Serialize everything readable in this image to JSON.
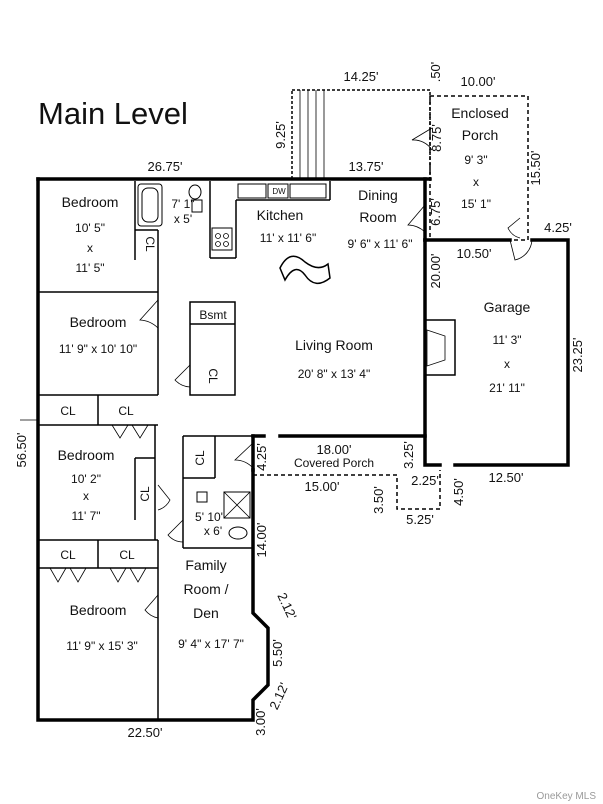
{
  "title": "Main Level",
  "watermark": "OneKey MLS",
  "rooms": {
    "bedroom1": {
      "name": "Bedroom",
      "dim1": "10' 5\"",
      "x": "x",
      "dim2": "11' 5\""
    },
    "bath1": {
      "dim1": "7' 1\"",
      "dim2": "x 5'"
    },
    "kitchen": {
      "name": "Kitchen",
      "dims": "11' x 11' 6\""
    },
    "dining": {
      "name1": "Dining",
      "name2": "Room",
      "dims": "9' 6\" x 11' 6\""
    },
    "porch": {
      "name1": "Enclosed",
      "name2": "Porch",
      "dim1": "9' 3\"",
      "x": "x",
      "dim2": "15' 1\""
    },
    "bedroom2": {
      "name": "Bedroom",
      "dims": "11' 9\" x 10' 10\""
    },
    "bsmt": {
      "name": "Bsmt"
    },
    "living": {
      "name": "Living Room",
      "dims": "20' 8\" x 13' 4\""
    },
    "garage": {
      "name": "Garage",
      "dim1": "11' 3\"",
      "x": "x",
      "dim2": "21' 11\""
    },
    "bedroom3": {
      "name": "Bedroom",
      "dim1": "10' 2\"",
      "x": "x",
      "dim2": "11' 7\""
    },
    "bath2": {
      "dim1": "5' 10\"",
      "dim2": "x 6'"
    },
    "covered_porch": {
      "name": "Covered Porch"
    },
    "family": {
      "name1": "Family",
      "name2": "Room /",
      "name3": "Den",
      "dims": "9' 4\" x 17' 7\""
    },
    "bedroom4": {
      "name": "Bedroom",
      "dims": "11' 9\" x 15' 3\""
    }
  },
  "closet_label": "CL",
  "appliance_label": "DW",
  "dimensions": {
    "deck_top": "14.25'",
    "deck_side": "9.25'",
    "porch_gap": ".50'",
    "porch_top": "10.00'",
    "porch_left": "8.75'",
    "porch_right": "15.50'",
    "house_top": "26.75'",
    "dining_top": "13.75'",
    "dining_side": "6.75'",
    "garage_offset": "4.25'",
    "garage_top": "10.50'",
    "garage_left": "20.00'",
    "garage_right": "23.25'",
    "house_left": "56.50'",
    "cp_top": "18.00'",
    "cp_left": "4.25'",
    "cp_right": "3.25'",
    "cp_bottom": "15.00'",
    "step_w": "2.25'",
    "step_h": "3.50'",
    "step_bottom": "5.25'",
    "step_right": "4.50'",
    "garage_bottom": "12.50'",
    "family_side": "14.00'",
    "bay_top": "2.12'",
    "bay_mid": "5.50'",
    "bay_bottom": "2.12'",
    "family_bottom": "3.00'",
    "house_bottom": "22.50'"
  }
}
